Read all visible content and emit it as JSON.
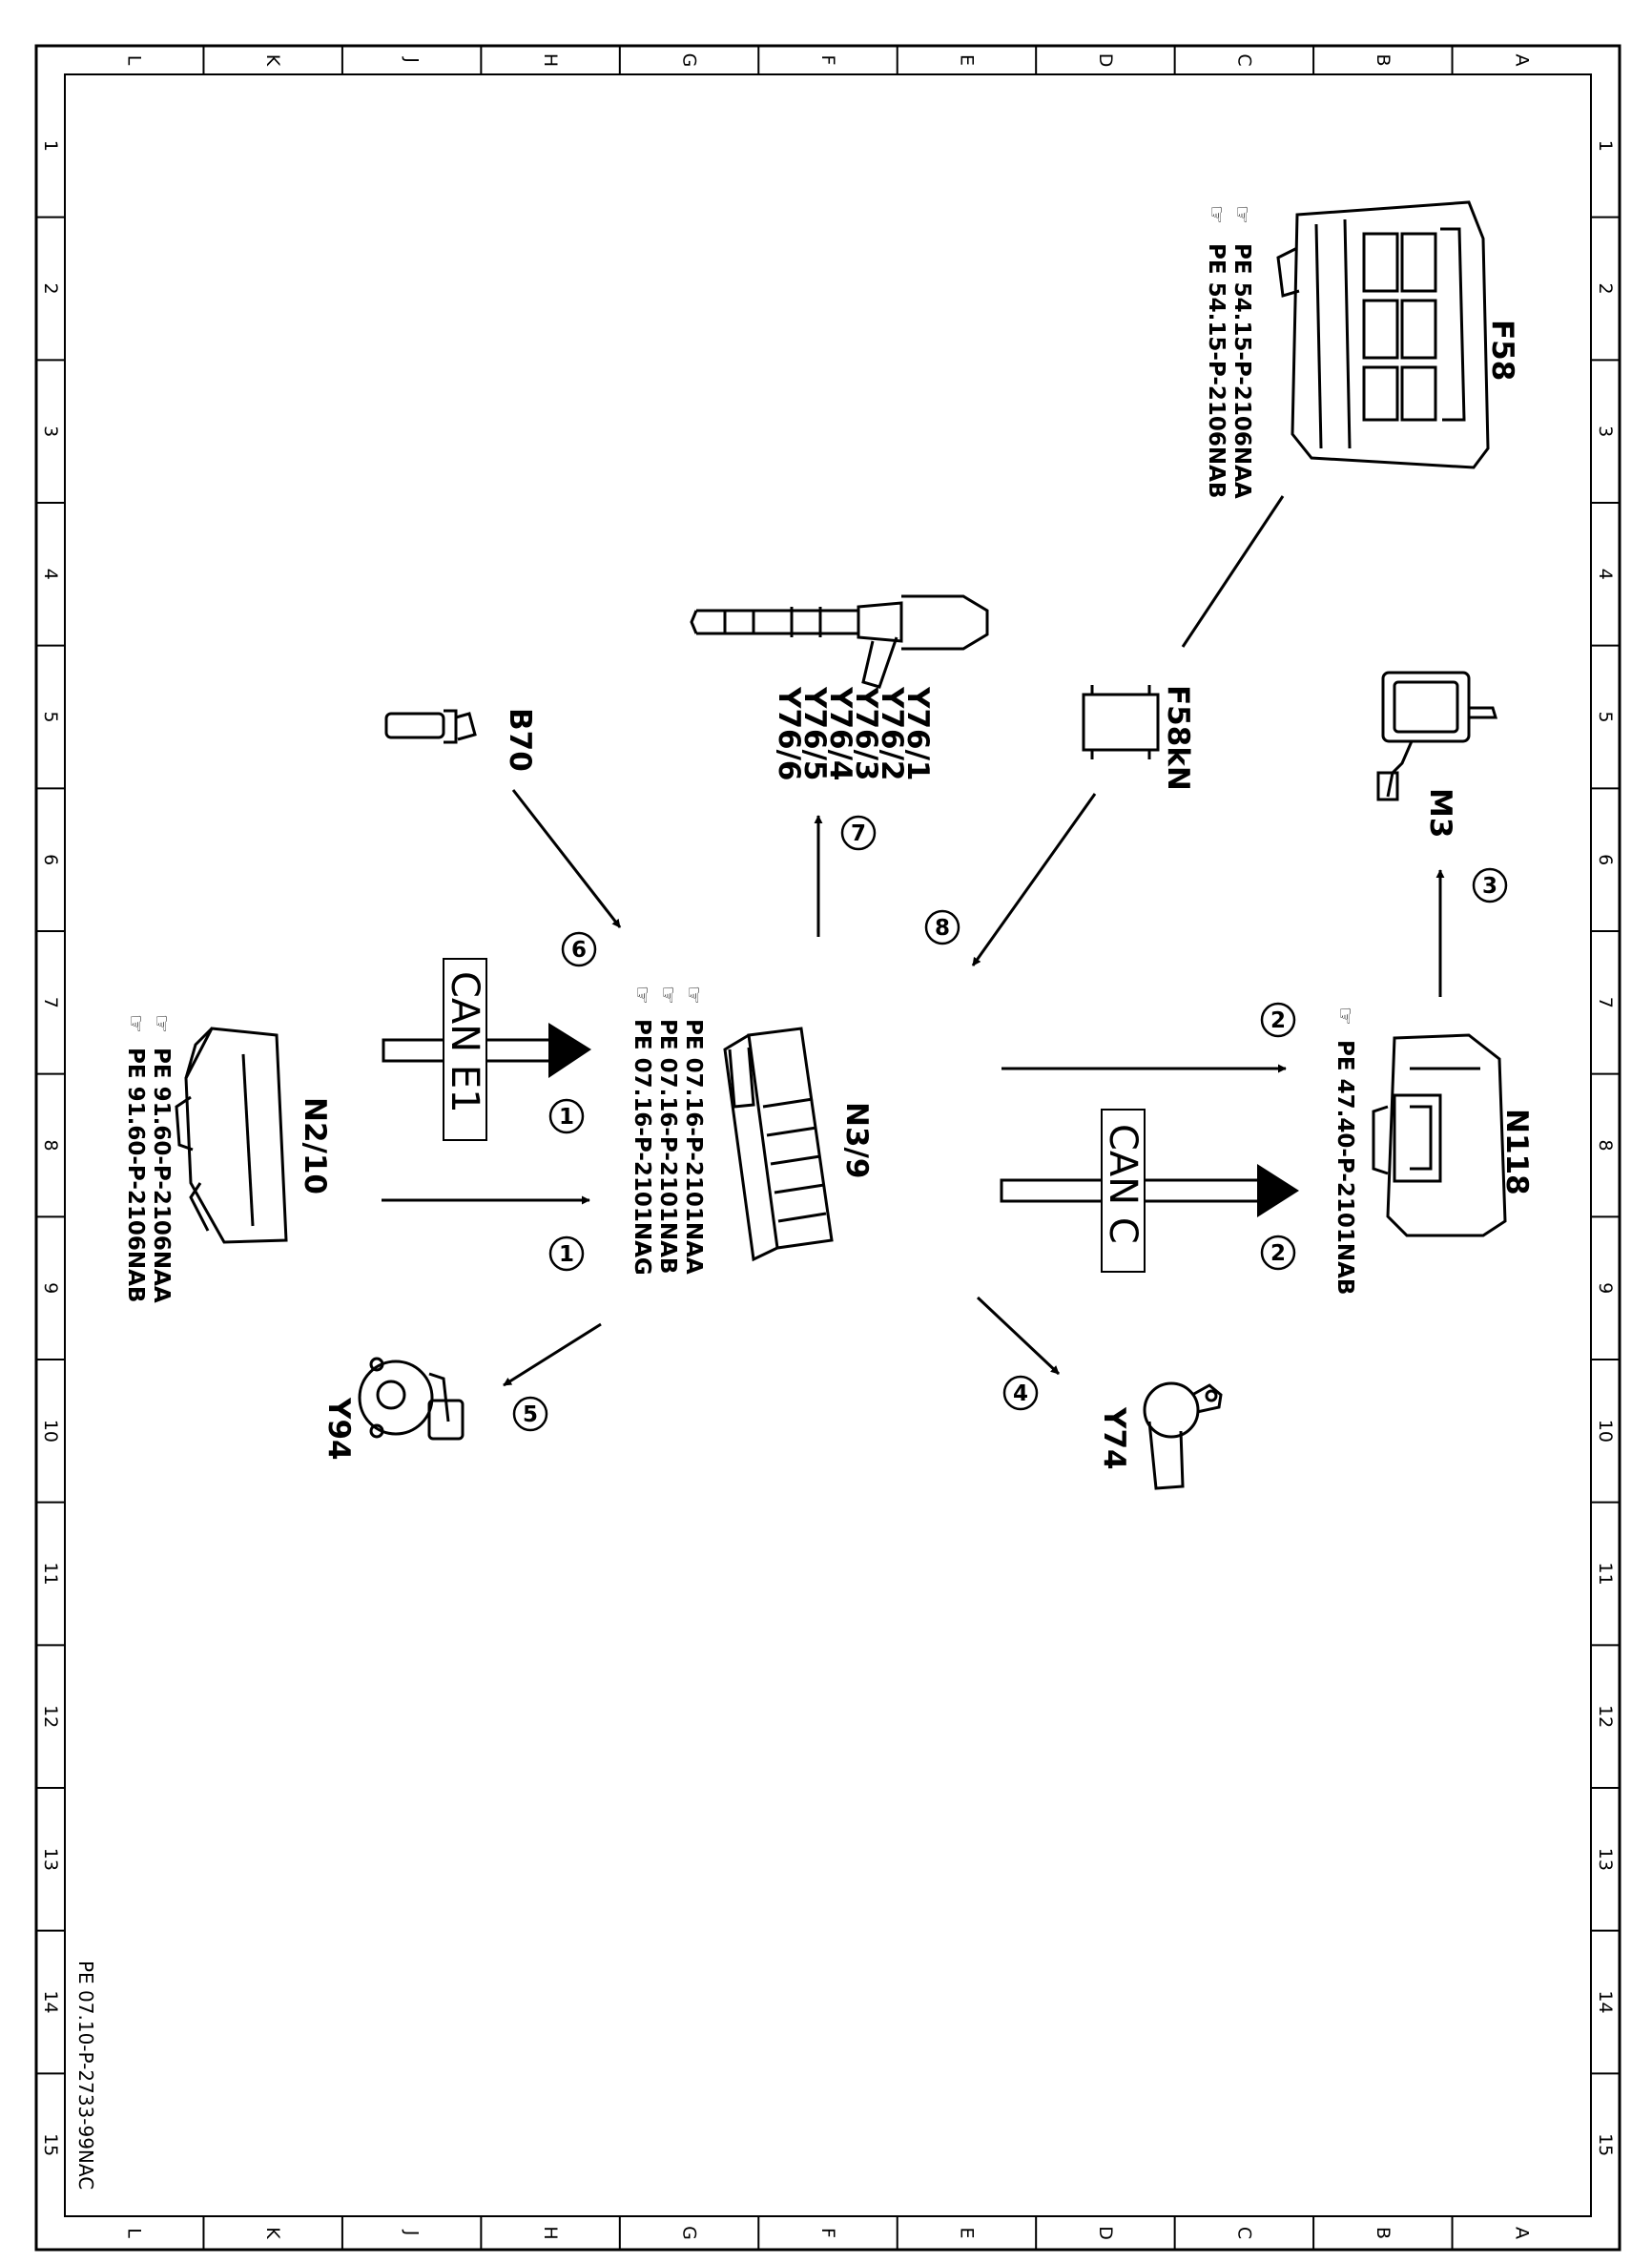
{
  "frame": {
    "columns": [
      "L",
      "K",
      "J",
      "H",
      "G",
      "F",
      "E",
      "D",
      "C",
      "B",
      "A"
    ],
    "rows": [
      "1",
      "2",
      "3",
      "4",
      "5",
      "6",
      "7",
      "8",
      "9",
      "10",
      "11",
      "12",
      "13",
      "14",
      "15"
    ]
  },
  "drawing_number": "PE 07.10-P-2733-99NAC",
  "components": {
    "f58": {
      "label": "F58",
      "refs": [
        "PE  54.15-P-2106NAA",
        "PE  54.15-P-2106NAB"
      ]
    },
    "m3": {
      "label": "M3"
    },
    "f58kn": {
      "label": "F58kN"
    },
    "y76": {
      "labels": [
        "Y76/1",
        "Y76/2",
        "Y76/3",
        "Y76/4",
        "Y76/5",
        "Y76/6"
      ]
    },
    "b70": {
      "label": "B70"
    },
    "n118": {
      "label": "N118",
      "refs": [
        "PE  47.40-P-2101NAB"
      ]
    },
    "n3_9": {
      "label": "N3/9",
      "refs": [
        "PE  07.16-P-2101NAA",
        "PE  07.16-P-2101NAB",
        "PE  07.16-P-2101NAG"
      ]
    },
    "n2_10": {
      "label": "N2/10",
      "refs": [
        "PE  91.60-P-2106NAA",
        "PE  91.60-P-2106NAB"
      ]
    },
    "y74": {
      "label": "Y74"
    },
    "y94": {
      "label": "Y94"
    }
  },
  "buses": {
    "can_c": "CAN C",
    "can_e1": "CAN E1"
  },
  "signals": {
    "s1a": "1",
    "s1b": "1",
    "s2a": "2",
    "s2b": "2",
    "s3": "3",
    "s4": "4",
    "s5": "5",
    "s6": "6",
    "s7": "7",
    "s8": "8"
  }
}
